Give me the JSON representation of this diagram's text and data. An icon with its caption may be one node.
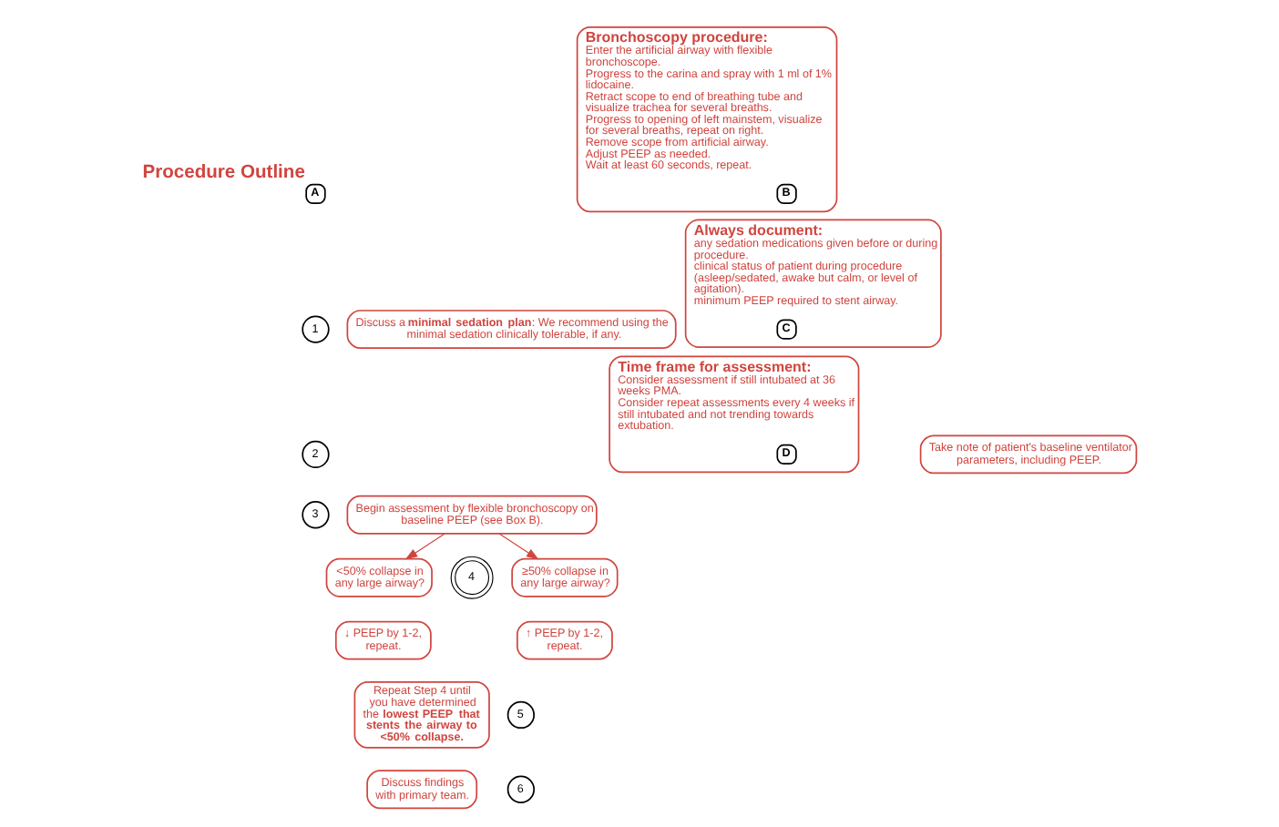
{
  "diagram": {
    "nodes": [
      {
        "text": [
          "A"
        ],
        "beside": [
          "Procedure Outline"
        ]
      },
      {
        "text": [
          "1"
        ]
      },
      {
        "text": [
          "Discuss a **minimal sedation plan**: We recommend using the minimal sedation clinically tolerable, if any."
        ]
      },
      {
        "text": [
          "2"
        ]
      },
      {
        "text": [
          "Take note of patient's baseline ventilator parameters, including PEEP."
        ]
      },
      {
        "text": [
          "3"
        ]
      },
      {
        "text": [
          "Begin assessment by flexible bronchoscopy on baseline PEEP (see Box B)."
        ]
      },
      {
        "text": [
          "<50% collapse in any large airway?"
        ]
      },
      {
        "text": [
          "≥50% collapse in any large airway?"
        ]
      },
      {
        "text": [
          "4"
        ]
      },
      {
        "text": [
          "↓ PEEP by 1-2, repeat."
        ]
      },
      {
        "text": [
          "↑ PEEP by 1-2, repeat."
        ]
      },
      {
        "text": [
          "5"
        ]
      },
      {
        "text": [
          "Repeat Step 4 until you have determined the **lowest PEEP that stents the airway to <50% collapse.**"
        ]
      },
      {
        "text": [
          "6"
        ]
      },
      {
        "text": [
          "Discuss findings with primary team."
        ]
      },
      {
        "text": [
          "Bronchoscopy procedure:",
          "Enter the artificial airway with flexible bronchoscope.",
          "Progress to the carina and spray with 1 ml of 1% lidocaine.",
          "Retract scope to end of breathing tube and visualize trachea for several breaths.",
          "Progress to opening of left mainstem, visualize for several breaths, repeat on right.",
          "Remove scope from artificial airway.",
          "Adjust PEEP as needed.",
          "Wait at least 60 seconds, repeat."
        ]
      },
      {
        "text": [
          "B"
        ],
        "in": 16
      },
      {
        "text": [
          "Always document:",
          "any sedation medications given before or during procedure.",
          "clinical status of patient during procedure (asleep/sedated, awake but calm, or level of agitation).",
          "minimum PEEP required to stent airway."
        ]
      },
      {
        "text": [
          "C"
        ],
        "in": 18
      },
      {
        "text": [
          "Time frame for assessment:",
          "Consider assessment if still intubated at 36 weeks PMA.",
          "Consider repeat assessments every 4 weeks if still intubated and not trending towards extubation."
        ]
      },
      {
        "text": [
          "D"
        ],
        "in": 20
      }
    ],
    "edges": [
      {
        "from": 6,
        "to": 7,
        "arrow": "to"
      },
      {
        "from": 6,
        "to": 8,
        "arrow": "to"
      }
    ]
  }
}
